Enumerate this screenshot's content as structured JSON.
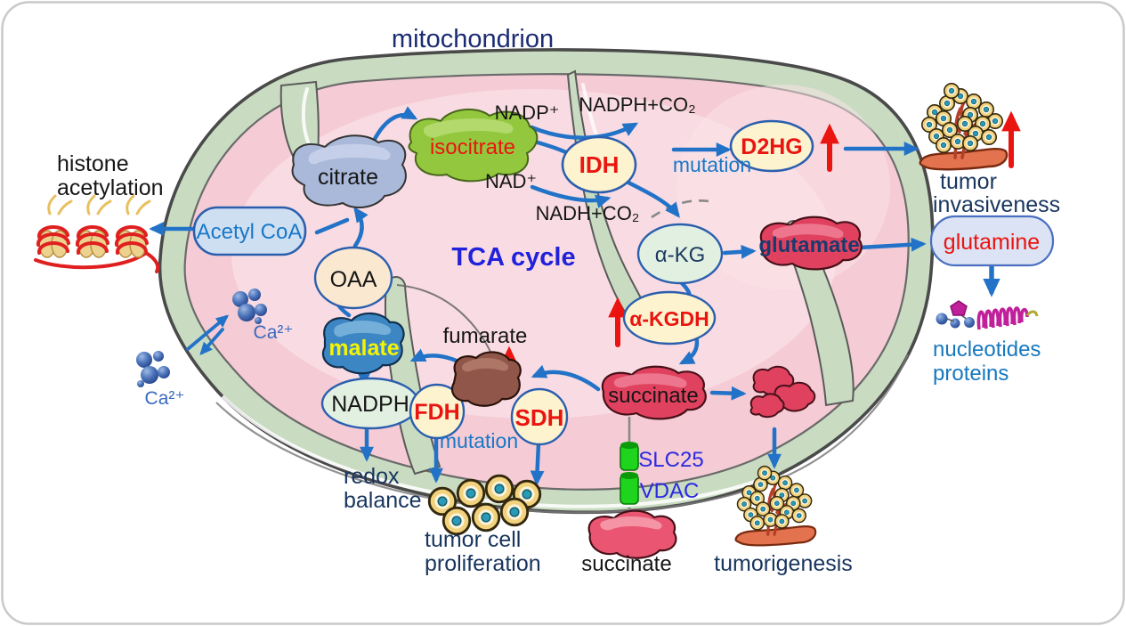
{
  "title": "mitochondrion",
  "colors": {
    "arrow_blue": "#2273c8",
    "arrow_red": "#ea1410",
    "membrane_green": "#c9dcc2",
    "matrix_pink": "#f5ccd5",
    "enzyme_oval_fill": "#fdf3cf",
    "enzyme_oval_stroke": "#2b5fae",
    "navy_text": "#18355e",
    "blue_label": "#1878c8",
    "violet_label": "#2a2ae0",
    "channel_green": "#1ed41e",
    "crimson_blob": "#e0415e",
    "brown_blob": "#91564a",
    "malate_blue": "#3d86c4",
    "isocitrate_green": "#93c83e",
    "citrate_periwinkle": "#aab9da"
  },
  "metabolites": {
    "citrate": "citrate",
    "isocitrate": "isocitrate",
    "oaa": "OAA",
    "malate": "malate",
    "fumarate": "fumarate",
    "succinate": "succinate",
    "succinate_exported": "succinate",
    "alpha_kg": "α-KG",
    "glutamate": "glutamate",
    "glutamine": "glutamine",
    "acetyl_coa": "Acetyl CoA",
    "d2hg": "D2HG",
    "nadph": "NADPH"
  },
  "enzymes": {
    "idh": "IDH",
    "akgdh": "α-KGDH",
    "fdh": "FDH",
    "sdh": "SDH"
  },
  "cofactors": {
    "nadp": "NADP⁺",
    "nadph_co2": "NADPH+CO₂",
    "nad": "NAD⁺",
    "nadh_co2": "NADH+CO₂"
  },
  "transporters": {
    "slc25": "SLC25",
    "vdac": "VDAC"
  },
  "labels": {
    "tca_cycle": "TCA cycle",
    "mutation_idh": "mutation",
    "mutation_fdh": "mutation",
    "ca_matrix": "Ca²⁺",
    "ca_cytosol": "Ca²⁺"
  },
  "outcomes": {
    "histone_line1": "histone",
    "histone_line2": "acetylation",
    "invasiveness_line1": "tumor",
    "invasiveness_line2": "invasiveness",
    "nucleotides_line1": "nucleotides",
    "nucleotides_line2": "proteins",
    "redox_line1": "redox",
    "redox_line2": "balance",
    "proliferation_line1": "tumor cell",
    "proliferation_line2": "proliferation",
    "tumorigenesis": "tumorigenesis"
  }
}
